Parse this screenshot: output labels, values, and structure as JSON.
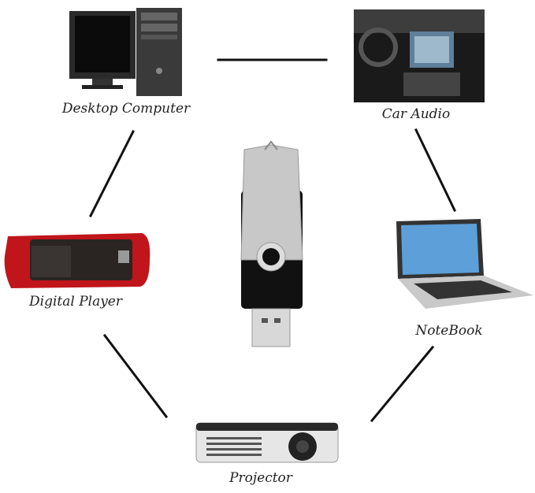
{
  "center": {
    "icon": "usb-flash-drive-icon"
  },
  "devices": [
    {
      "label": "Desktop Computer",
      "icon": "desktop-computer-icon"
    },
    {
      "label": "Car Audio",
      "icon": "car-audio-icon"
    },
    {
      "label": "Digital Player",
      "icon": "digital-player-icon"
    },
    {
      "label": "NoteBook",
      "icon": "laptop-icon"
    },
    {
      "label": "Projector",
      "icon": "projector-icon"
    }
  ],
  "colors": {
    "line": "#111111",
    "player_red": "#c0151b",
    "usb_black": "#111111",
    "usb_silver": "#c8c8c8"
  }
}
